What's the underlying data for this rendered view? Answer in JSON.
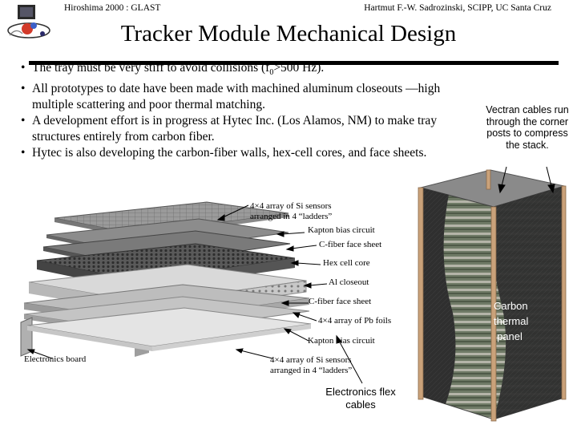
{
  "header": {
    "left": "Hiroshima 2000 : GLAST",
    "right": "Hartmut F.-W. Sadrozinski, SCIPP, UC Santa Cruz"
  },
  "title": "Tracker Module Mechanical Design",
  "bullets": [
    "The tray must be very stiff to avoid collisions (f0>500 Hz).",
    "All prototypes to date have been made with machined aluminum closeouts —high multiple scattering and poor thermal matching.",
    "A development effort is in progress at Hytec Inc. (Los Alamos, NM) to make tray structures entirely from carbon fiber.",
    "Hytec is also developing the carbon-fiber walls, hex-cell cores, and face sheets."
  ],
  "bullet0": {
    "pre": "The tray must be very stiff to avoid collisions (f",
    "sub": "0",
    "post": ">500 Hz)."
  },
  "exploded_labels": {
    "si_top_1": "4×4 array of Si sensors",
    "si_top_2": "arranged in 4 “ladders”",
    "kapton_top": "Kapton bias circuit",
    "cfiber_top": "C-fiber face sheet",
    "hex_core": "Hex cell core",
    "al_closeout": "Al closeout",
    "cfiber_bottom": "C-fiber face sheet",
    "pb_foils": "4×4 array of Pb foils",
    "kapton_bottom": "Kapton bias circuit",
    "electronics_board": "Electronics board",
    "si_bottom_1": "4×4 array of Si sensors",
    "si_bottom_2": "arranged in 4 “ladders”"
  },
  "flex_cables": {
    "line1": "Electronics flex",
    "line2": "cables"
  },
  "vectran_note": "Vectran cables run through the corner posts to compress the stack.",
  "carbon_panel": {
    "line1": "Carbon",
    "line2": "thermal",
    "line3": "panel"
  },
  "colors": {
    "rule": "#000000",
    "tower_panel": "#2f2f2f",
    "corner_post": "#caa27a"
  }
}
